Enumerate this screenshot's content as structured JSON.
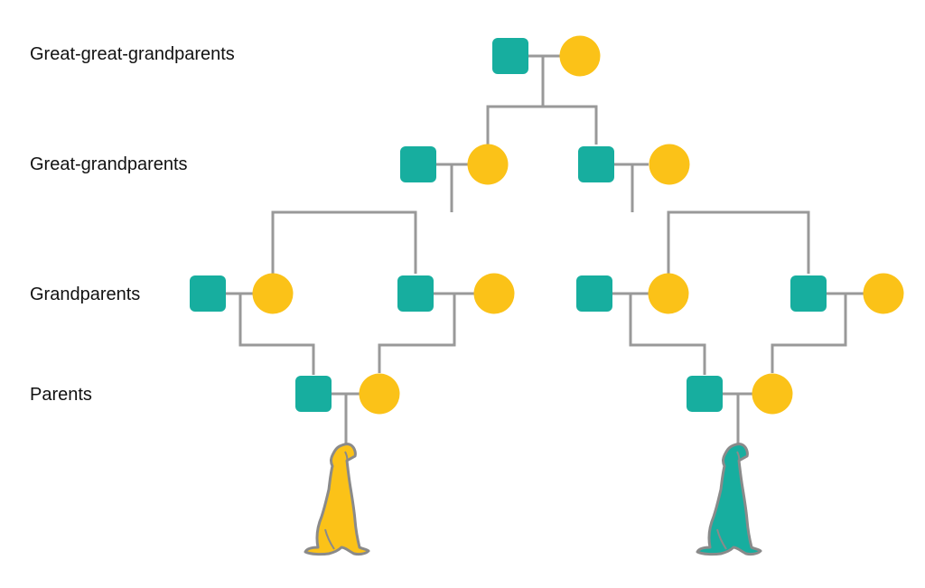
{
  "colors": {
    "male": "#17AE9F",
    "female": "#FBC218",
    "line": "#999999",
    "outline": "#8A8A8A"
  },
  "generations": [
    {
      "key": "g4",
      "label": "Great-great-grandparents"
    },
    {
      "key": "g3",
      "label": "Great-grandparents"
    },
    {
      "key": "g2",
      "label": "Grandparents"
    },
    {
      "key": "g1",
      "label": "Parents"
    }
  ],
  "legend_shapes": {
    "square": "male",
    "circle": "female"
  },
  "offspring": [
    {
      "name": "dog-yellow",
      "color": "female"
    },
    {
      "name": "dog-teal",
      "color": "male"
    }
  ]
}
